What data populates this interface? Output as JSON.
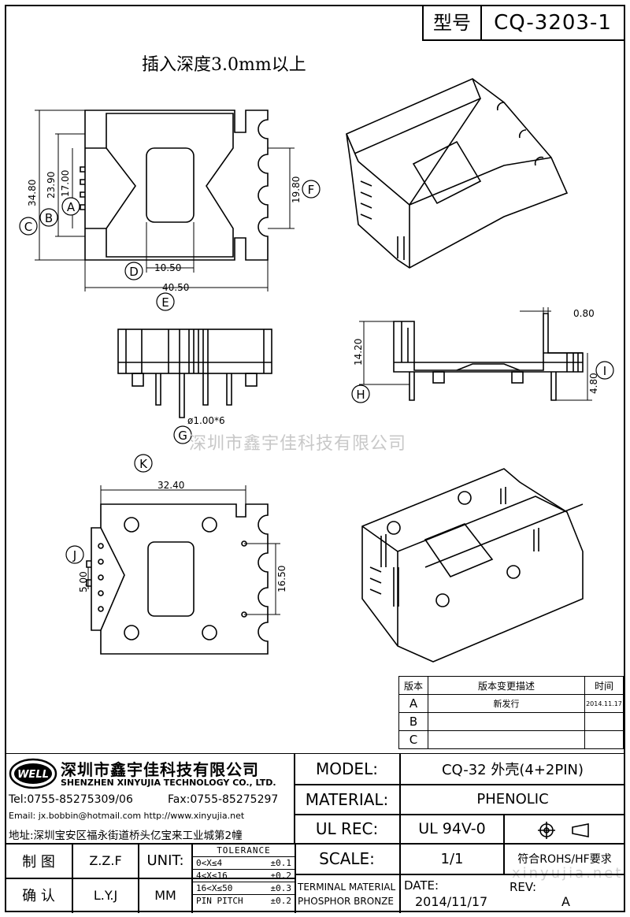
{
  "header": {
    "model_label": "型号",
    "model_value": "CQ-3203-1"
  },
  "note": "插入深度3.0mm以上",
  "dims": {
    "d1": "34.80",
    "d2": "23.90",
    "d3": "17.00",
    "d4": "19.80",
    "d5": "10.50",
    "d6": "40.50",
    "d7": "14.20",
    "d8": "4.80",
    "d9": "0.80",
    "d10": "ø1.00*6",
    "d11": "32.40",
    "d12": "5.00",
    "d13": "16.50"
  },
  "callouts": [
    "A",
    "B",
    "C",
    "D",
    "E",
    "F",
    "G",
    "H",
    "I",
    "J",
    "K"
  ],
  "watermark": "深圳市鑫宇佳科技有限公司",
  "watermark2": "xinyujia.net",
  "revision": {
    "headers": [
      "版本",
      "版本变更描述",
      "时间"
    ],
    "rows": [
      {
        "ver": "A",
        "desc": "新发行",
        "time": "2014.11.17"
      },
      {
        "ver": "B",
        "desc": "",
        "time": ""
      },
      {
        "ver": "C",
        "desc": "",
        "time": ""
      }
    ]
  },
  "company": {
    "logo": "WELL",
    "name_cn": "深圳市鑫宇佳科技有限公司",
    "name_en": "SHENZHEN XINYUJIA TECHNOLOGY CO., LTD.",
    "tel": "Tel:0755-85275309/06",
    "fax": "Fax:0755-85275297",
    "email": "Email: jx.bobbin@hotmail.com http://www.xinyujia.net",
    "address": "地址:深圳宝安区福永街道桥头亿宝来工业城第2幢"
  },
  "titleblock": {
    "model_label": "MODEL:",
    "model_value": "CQ-32 外壳(4+2PIN)",
    "material_label": "MATERIAL:",
    "material_value": "PHENOLIC",
    "ulrec_label": "UL REC:",
    "ulrec_value": "UL 94V-0",
    "scale_label": "SCALE:",
    "scale_value": "1/1",
    "rohs": "符合ROHS/HF要求",
    "draw_label": "制 图",
    "draw_value": "Z.Z.F",
    "check_label": "确 认",
    "check_value": "L.Y.J",
    "unit_label": "UNIT:",
    "unit_value": "MM",
    "tolerance_title": "TOLERANCE",
    "tolerance_rows": [
      {
        "range": "0<X≤4",
        "tol": "±0.1"
      },
      {
        "range": "4<X≤16",
        "tol": "±0.2"
      },
      {
        "range": "16<X≤50",
        "tol": "±0.3"
      },
      {
        "range": "PIN PITCH",
        "tol": "±0.2"
      }
    ],
    "terminal_material": "TERMINAL MATERIAL",
    "terminal_value": "PHOSPHOR BRONZE",
    "date_label": "DATE:",
    "date_value": "2014/11/17",
    "rev_label": "REV:",
    "rev_value": "A"
  }
}
